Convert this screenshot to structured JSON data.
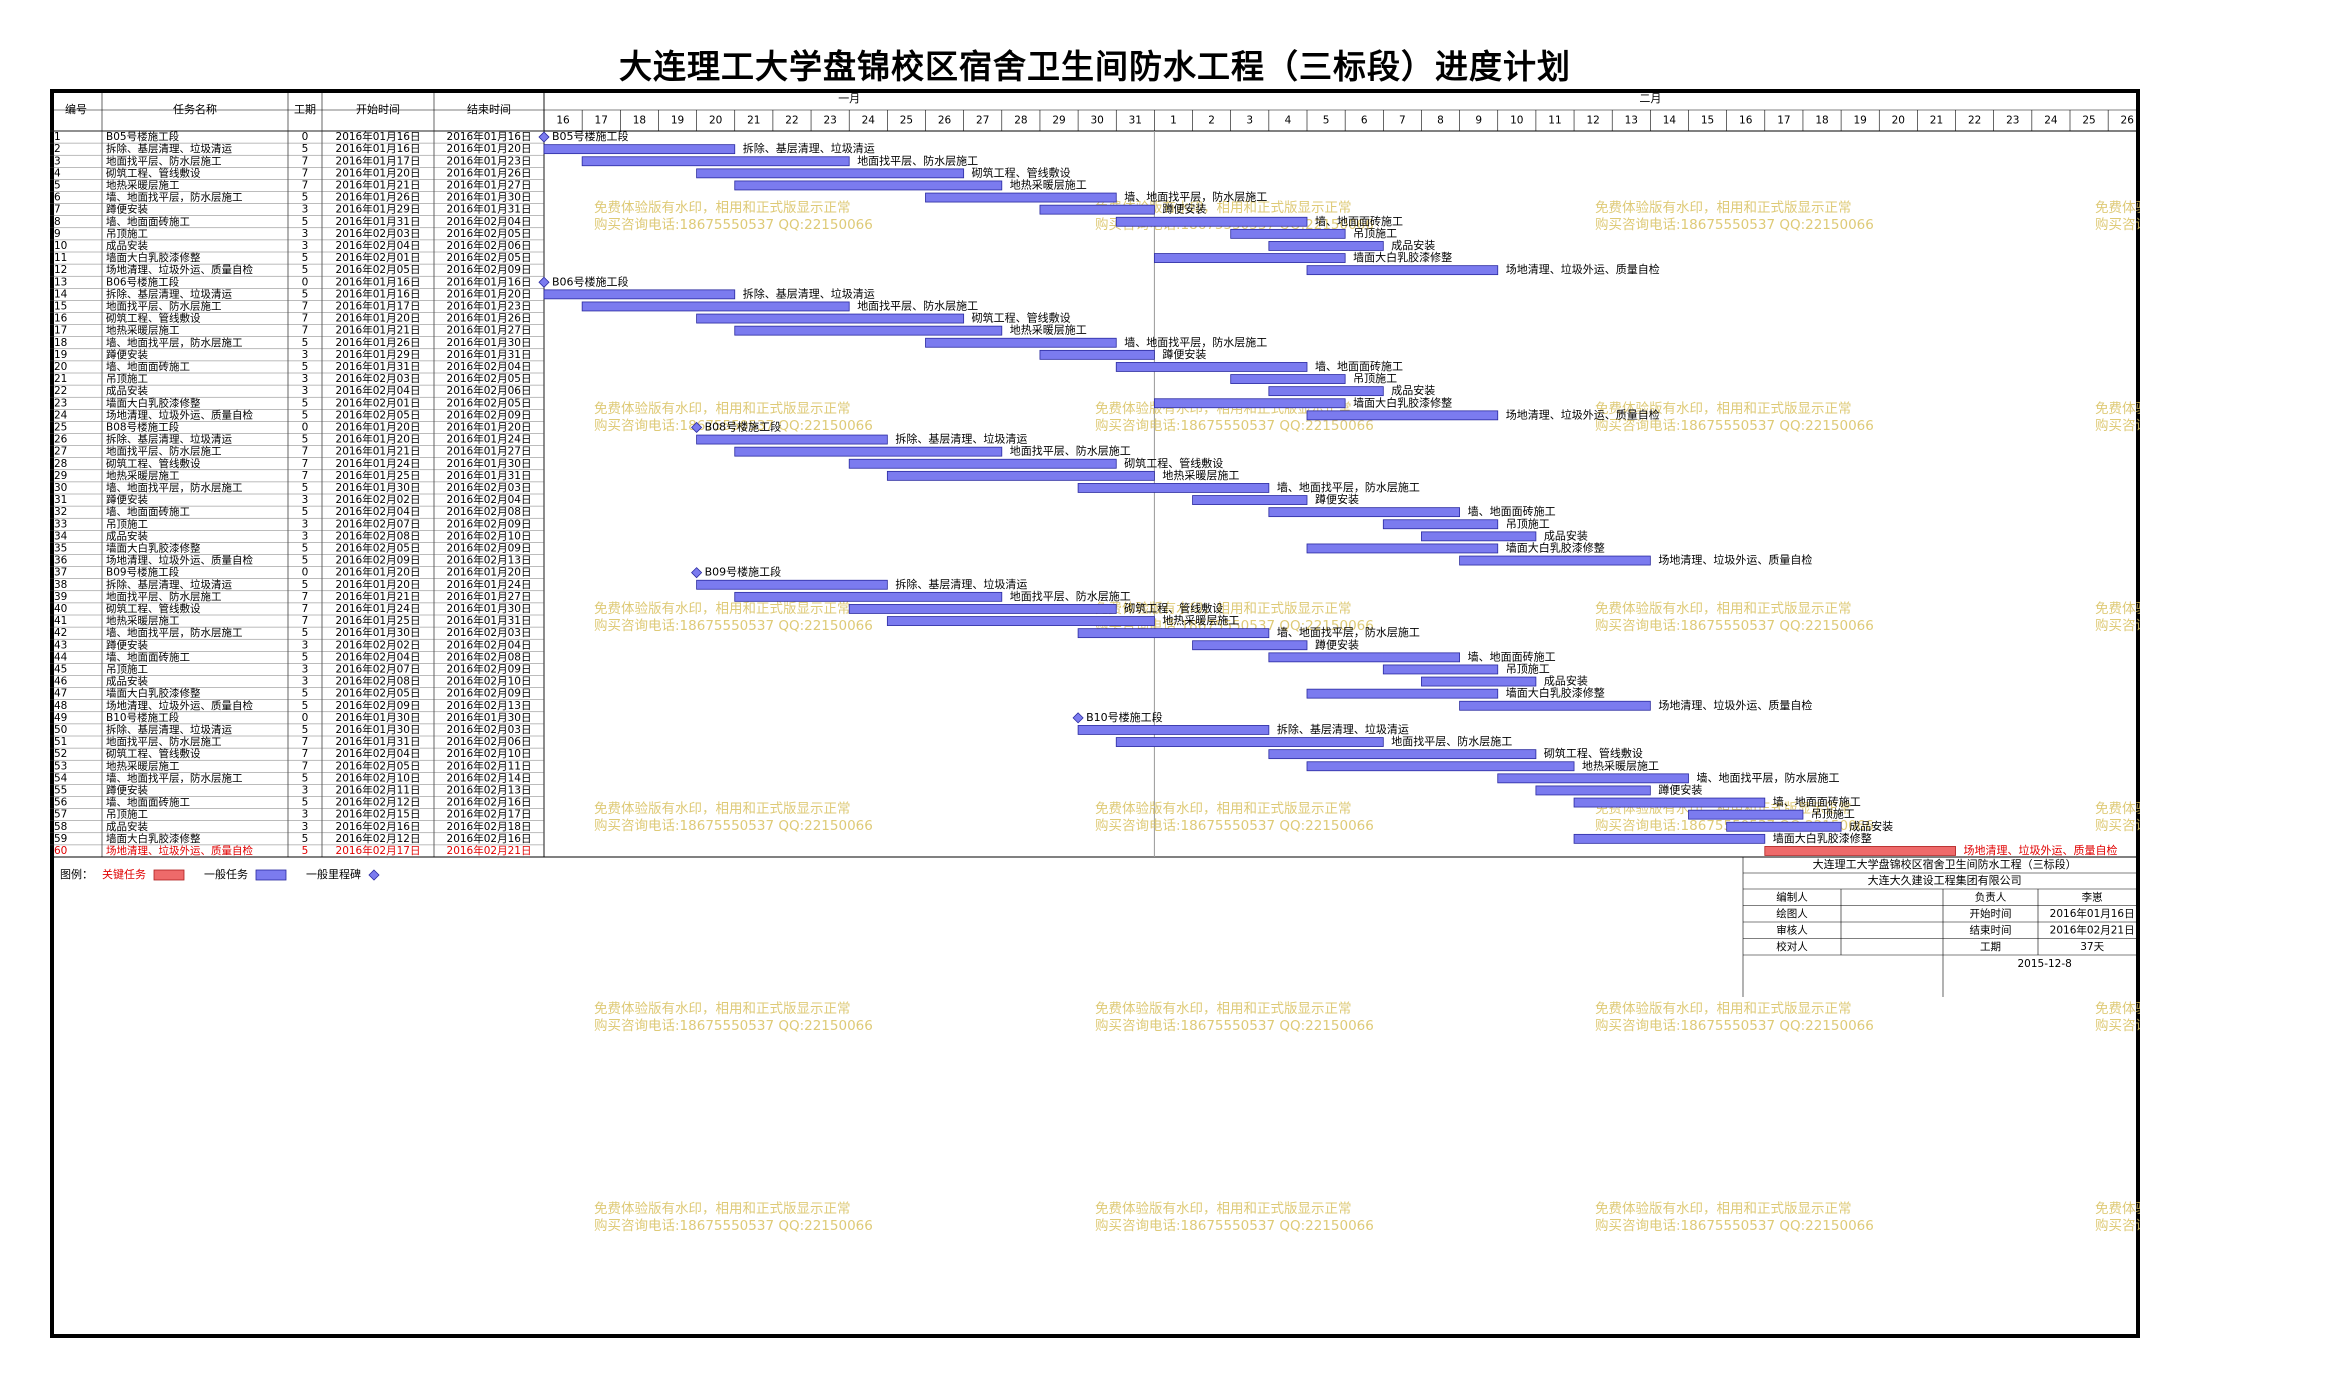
{
  "title": "大连理工大学盘锦校区宿舍卫生间防水工程（三标段）进度计划",
  "chart_data": {
    "type": "gantt",
    "columns": [
      "编号",
      "任务名称",
      "工期",
      "开始时间",
      "结束时间"
    ],
    "axis": {
      "start": "2016-01-16",
      "end": "2016-02-26",
      "months": [
        {
          "label": "一月",
          "start": "2016-01-16",
          "end": "2016-01-31"
        },
        {
          "label": "二月",
          "start": "2016-02-01",
          "end": "2016-02-26"
        }
      ],
      "day_labels": [
        "16",
        "17",
        "18",
        "19",
        "20",
        "21",
        "22",
        "23",
        "24",
        "25",
        "26",
        "27",
        "28",
        "29",
        "30",
        "31",
        "1",
        "2",
        "3",
        "4",
        "5",
        "6",
        "7",
        "8",
        "9",
        "10",
        "11",
        "12",
        "13",
        "14",
        "15",
        "16",
        "17",
        "18",
        "19",
        "20",
        "21",
        "22",
        "23",
        "24",
        "25",
        "26"
      ],
      "month_divider": "2016-02-01"
    },
    "tasks": [
      {
        "id": "1",
        "name": "B05号楼施工段",
        "duration": "0",
        "start": "2016年01月16日",
        "end": "2016年01月16日",
        "s": "2016-01-16",
        "e": "2016-01-16",
        "milestone": true,
        "critical": false
      },
      {
        "id": "2",
        "name": "拆除、基层清理、垃圾清运",
        "duration": "5",
        "start": "2016年01月16日",
        "end": "2016年01月20日",
        "s": "2016-01-16",
        "e": "2016-01-20",
        "milestone": false,
        "critical": false
      },
      {
        "id": "3",
        "name": "地面找平层、防水层施工",
        "duration": "7",
        "start": "2016年01月17日",
        "end": "2016年01月23日",
        "s": "2016-01-17",
        "e": "2016-01-23",
        "milestone": false,
        "critical": false
      },
      {
        "id": "4",
        "name": "砌筑工程、管线敷设",
        "duration": "7",
        "start": "2016年01月20日",
        "end": "2016年01月26日",
        "s": "2016-01-20",
        "e": "2016-01-26",
        "milestone": false,
        "critical": false
      },
      {
        "id": "5",
        "name": "地热采暖层施工",
        "duration": "7",
        "start": "2016年01月21日",
        "end": "2016年01月27日",
        "s": "2016-01-21",
        "e": "2016-01-27",
        "milestone": false,
        "critical": false
      },
      {
        "id": "6",
        "name": "墙、地面找平层，防水层施工",
        "duration": "5",
        "start": "2016年01月26日",
        "end": "2016年01月30日",
        "s": "2016-01-26",
        "e": "2016-01-30",
        "milestone": false,
        "critical": false
      },
      {
        "id": "7",
        "name": "蹲便安装",
        "duration": "3",
        "start": "2016年01月29日",
        "end": "2016年01月31日",
        "s": "2016-01-29",
        "e": "2016-01-31",
        "milestone": false,
        "critical": false
      },
      {
        "id": "8",
        "name": "墙、地面面砖施工",
        "duration": "5",
        "start": "2016年01月31日",
        "end": "2016年02月04日",
        "s": "2016-01-31",
        "e": "2016-02-04",
        "milestone": false,
        "critical": false
      },
      {
        "id": "9",
        "name": "吊顶施工",
        "duration": "3",
        "start": "2016年02月03日",
        "end": "2016年02月05日",
        "s": "2016-02-03",
        "e": "2016-02-05",
        "milestone": false,
        "critical": false
      },
      {
        "id": "10",
        "name": "成品安装",
        "duration": "3",
        "start": "2016年02月04日",
        "end": "2016年02月06日",
        "s": "2016-02-04",
        "e": "2016-02-06",
        "milestone": false,
        "critical": false
      },
      {
        "id": "11",
        "name": "墙面大白乳胶漆修整",
        "duration": "5",
        "start": "2016年02月01日",
        "end": "2016年02月05日",
        "s": "2016-02-01",
        "e": "2016-02-05",
        "milestone": false,
        "critical": false
      },
      {
        "id": "12",
        "name": "场地清理、垃圾外运、质量自检",
        "duration": "5",
        "start": "2016年02月05日",
        "end": "2016年02月09日",
        "s": "2016-02-05",
        "e": "2016-02-09",
        "milestone": false,
        "critical": false
      },
      {
        "id": "13",
        "name": "B06号楼施工段",
        "duration": "0",
        "start": "2016年01月16日",
        "end": "2016年01月16日",
        "s": "2016-01-16",
        "e": "2016-01-16",
        "milestone": true,
        "critical": false
      },
      {
        "id": "14",
        "name": "拆除、基层清理、垃圾清运",
        "duration": "5",
        "start": "2016年01月16日",
        "end": "2016年01月20日",
        "s": "2016-01-16",
        "e": "2016-01-20",
        "milestone": false,
        "critical": false
      },
      {
        "id": "15",
        "name": "地面找平层、防水层施工",
        "duration": "7",
        "start": "2016年01月17日",
        "end": "2016年01月23日",
        "s": "2016-01-17",
        "e": "2016-01-23",
        "milestone": false,
        "critical": false
      },
      {
        "id": "16",
        "name": "砌筑工程、管线敷设",
        "duration": "7",
        "start": "2016年01月20日",
        "end": "2016年01月26日",
        "s": "2016-01-20",
        "e": "2016-01-26",
        "milestone": false,
        "critical": false
      },
      {
        "id": "17",
        "name": "地热采暖层施工",
        "duration": "7",
        "start": "2016年01月21日",
        "end": "2016年01月27日",
        "s": "2016-01-21",
        "e": "2016-01-27",
        "milestone": false,
        "critical": false
      },
      {
        "id": "18",
        "name": "墙、地面找平层，防水层施工",
        "duration": "5",
        "start": "2016年01月26日",
        "end": "2016年01月30日",
        "s": "2016-01-26",
        "e": "2016-01-30",
        "milestone": false,
        "critical": false
      },
      {
        "id": "19",
        "name": "蹲便安装",
        "duration": "3",
        "start": "2016年01月29日",
        "end": "2016年01月31日",
        "s": "2016-01-29",
        "e": "2016-01-31",
        "milestone": false,
        "critical": false
      },
      {
        "id": "20",
        "name": "墙、地面面砖施工",
        "duration": "5",
        "start": "2016年01月31日",
        "end": "2016年02月04日",
        "s": "2016-01-31",
        "e": "2016-02-04",
        "milestone": false,
        "critical": false
      },
      {
        "id": "21",
        "name": "吊顶施工",
        "duration": "3",
        "start": "2016年02月03日",
        "end": "2016年02月05日",
        "s": "2016-02-03",
        "e": "2016-02-05",
        "milestone": false,
        "critical": false
      },
      {
        "id": "22",
        "name": "成品安装",
        "duration": "3",
        "start": "2016年02月04日",
        "end": "2016年02月06日",
        "s": "2016-02-04",
        "e": "2016-02-06",
        "milestone": false,
        "critical": false
      },
      {
        "id": "23",
        "name": "墙面大白乳胶漆修整",
        "duration": "5",
        "start": "2016年02月01日",
        "end": "2016年02月05日",
        "s": "2016-02-01",
        "e": "2016-02-05",
        "milestone": false,
        "critical": false
      },
      {
        "id": "24",
        "name": "场地清理、垃圾外运、质量自检",
        "duration": "5",
        "start": "2016年02月05日",
        "end": "2016年02月09日",
        "s": "2016-02-05",
        "e": "2016-02-09",
        "milestone": false,
        "critical": false
      },
      {
        "id": "25",
        "name": "B08号楼施工段",
        "duration": "0",
        "start": "2016年01月20日",
        "end": "2016年01月20日",
        "s": "2016-01-20",
        "e": "2016-01-20",
        "milestone": true,
        "critical": false
      },
      {
        "id": "26",
        "name": "拆除、基层清理、垃圾清运",
        "duration": "5",
        "start": "2016年01月20日",
        "end": "2016年01月24日",
        "s": "2016-01-20",
        "e": "2016-01-24",
        "milestone": false,
        "critical": false
      },
      {
        "id": "27",
        "name": "地面找平层、防水层施工",
        "duration": "7",
        "start": "2016年01月21日",
        "end": "2016年01月27日",
        "s": "2016-01-21",
        "e": "2016-01-27",
        "milestone": false,
        "critical": false
      },
      {
        "id": "28",
        "name": "砌筑工程、管线敷设",
        "duration": "7",
        "start": "2016年01月24日",
        "end": "2016年01月30日",
        "s": "2016-01-24",
        "e": "2016-01-30",
        "milestone": false,
        "critical": false
      },
      {
        "id": "29",
        "name": "地热采暖层施工",
        "duration": "7",
        "start": "2016年01月25日",
        "end": "2016年01月31日",
        "s": "2016-01-25",
        "e": "2016-01-31",
        "milestone": false,
        "critical": false
      },
      {
        "id": "30",
        "name": "墙、地面找平层，防水层施工",
        "duration": "5",
        "start": "2016年01月30日",
        "end": "2016年02月03日",
        "s": "2016-01-30",
        "e": "2016-02-03",
        "milestone": false,
        "critical": false
      },
      {
        "id": "31",
        "name": "蹲便安装",
        "duration": "3",
        "start": "2016年02月02日",
        "end": "2016年02月04日",
        "s": "2016-02-02",
        "e": "2016-02-04",
        "milestone": false,
        "critical": false
      },
      {
        "id": "32",
        "name": "墙、地面面砖施工",
        "duration": "5",
        "start": "2016年02月04日",
        "end": "2016年02月08日",
        "s": "2016-02-04",
        "e": "2016-02-08",
        "milestone": false,
        "critical": false
      },
      {
        "id": "33",
        "name": "吊顶施工",
        "duration": "3",
        "start": "2016年02月07日",
        "end": "2016年02月09日",
        "s": "2016-02-07",
        "e": "2016-02-09",
        "milestone": false,
        "critical": false
      },
      {
        "id": "34",
        "name": "成品安装",
        "duration": "3",
        "start": "2016年02月08日",
        "end": "2016年02月10日",
        "s": "2016-02-08",
        "e": "2016-02-10",
        "milestone": false,
        "critical": false
      },
      {
        "id": "35",
        "name": "墙面大白乳胶漆修整",
        "duration": "5",
        "start": "2016年02月05日",
        "end": "2016年02月09日",
        "s": "2016-02-05",
        "e": "2016-02-09",
        "milestone": false,
        "critical": false
      },
      {
        "id": "36",
        "name": "场地清理、垃圾外运、质量自检",
        "duration": "5",
        "start": "2016年02月09日",
        "end": "2016年02月13日",
        "s": "2016-02-09",
        "e": "2016-02-13",
        "milestone": false,
        "critical": false
      },
      {
        "id": "37",
        "name": "B09号楼施工段",
        "duration": "0",
        "start": "2016年01月20日",
        "end": "2016年01月20日",
        "s": "2016-01-20",
        "e": "2016-01-20",
        "milestone": true,
        "critical": false
      },
      {
        "id": "38",
        "name": "拆除、基层清理、垃圾清运",
        "duration": "5",
        "start": "2016年01月20日",
        "end": "2016年01月24日",
        "s": "2016-01-20",
        "e": "2016-01-24",
        "milestone": false,
        "critical": false
      },
      {
        "id": "39",
        "name": "地面找平层、防水层施工",
        "duration": "7",
        "start": "2016年01月21日",
        "end": "2016年01月27日",
        "s": "2016-01-21",
        "e": "2016-01-27",
        "milestone": false,
        "critical": false
      },
      {
        "id": "40",
        "name": "砌筑工程、管线敷设",
        "duration": "7",
        "start": "2016年01月24日",
        "end": "2016年01月30日",
        "s": "2016-01-24",
        "e": "2016-01-30",
        "milestone": false,
        "critical": false
      },
      {
        "id": "41",
        "name": "地热采暖层施工",
        "duration": "7",
        "start": "2016年01月25日",
        "end": "2016年01月31日",
        "s": "2016-01-25",
        "e": "2016-01-31",
        "milestone": false,
        "critical": false
      },
      {
        "id": "42",
        "name": "墙、地面找平层，防水层施工",
        "duration": "5",
        "start": "2016年01月30日",
        "end": "2016年02月03日",
        "s": "2016-01-30",
        "e": "2016-02-03",
        "milestone": false,
        "critical": false
      },
      {
        "id": "43",
        "name": "蹲便安装",
        "duration": "3",
        "start": "2016年02月02日",
        "end": "2016年02月04日",
        "s": "2016-02-02",
        "e": "2016-02-04",
        "milestone": false,
        "critical": false
      },
      {
        "id": "44",
        "name": "墙、地面面砖施工",
        "duration": "5",
        "start": "2016年02月04日",
        "end": "2016年02月08日",
        "s": "2016-02-04",
        "e": "2016-02-08",
        "milestone": false,
        "critical": false
      },
      {
        "id": "45",
        "name": "吊顶施工",
        "duration": "3",
        "start": "2016年02月07日",
        "end": "2016年02月09日",
        "s": "2016-02-07",
        "e": "2016-02-09",
        "milestone": false,
        "critical": false
      },
      {
        "id": "46",
        "name": "成品安装",
        "duration": "3",
        "start": "2016年02月08日",
        "end": "2016年02月10日",
        "s": "2016-02-08",
        "e": "2016-02-10",
        "milestone": false,
        "critical": false
      },
      {
        "id": "47",
        "name": "墙面大白乳胶漆修整",
        "duration": "5",
        "start": "2016年02月05日",
        "end": "2016年02月09日",
        "s": "2016-02-05",
        "e": "2016-02-09",
        "milestone": false,
        "critical": false
      },
      {
        "id": "48",
        "name": "场地清理、垃圾外运、质量自检",
        "duration": "5",
        "start": "2016年02月09日",
        "end": "2016年02月13日",
        "s": "2016-02-09",
        "e": "2016-02-13",
        "milestone": false,
        "critical": false
      },
      {
        "id": "49",
        "name": "B10号楼施工段",
        "duration": "0",
        "start": "2016年01月30日",
        "end": "2016年01月30日",
        "s": "2016-01-30",
        "e": "2016-01-30",
        "milestone": true,
        "critical": false
      },
      {
        "id": "50",
        "name": "拆除、基层清理、垃圾清运",
        "duration": "5",
        "start": "2016年01月30日",
        "end": "2016年02月03日",
        "s": "2016-01-30",
        "e": "2016-02-03",
        "milestone": false,
        "critical": false
      },
      {
        "id": "51",
        "name": "地面找平层、防水层施工",
        "duration": "7",
        "start": "2016年01月31日",
        "end": "2016年02月06日",
        "s": "2016-01-31",
        "e": "2016-02-06",
        "milestone": false,
        "critical": false
      },
      {
        "id": "52",
        "name": "砌筑工程、管线敷设",
        "duration": "7",
        "start": "2016年02月04日",
        "end": "2016年02月10日",
        "s": "2016-02-04",
        "e": "2016-02-10",
        "milestone": false,
        "critical": false
      },
      {
        "id": "53",
        "name": "地热采暖层施工",
        "duration": "7",
        "start": "2016年02月05日",
        "end": "2016年02月11日",
        "s": "2016-02-05",
        "e": "2016-02-11",
        "milestone": false,
        "critical": false
      },
      {
        "id": "54",
        "name": "墙、地面找平层，防水层施工",
        "duration": "5",
        "start": "2016年02月10日",
        "end": "2016年02月14日",
        "s": "2016-02-10",
        "e": "2016-02-14",
        "milestone": false,
        "critical": false
      },
      {
        "id": "55",
        "name": "蹲便安装",
        "duration": "3",
        "start": "2016年02月11日",
        "end": "2016年02月13日",
        "s": "2016-02-11",
        "e": "2016-02-13",
        "milestone": false,
        "critical": false
      },
      {
        "id": "56",
        "name": "墙、地面面砖施工",
        "duration": "5",
        "start": "2016年02月12日",
        "end": "2016年02月16日",
        "s": "2016-02-12",
        "e": "2016-02-16",
        "milestone": false,
        "critical": false
      },
      {
        "id": "57",
        "name": "吊顶施工",
        "duration": "3",
        "start": "2016年02月15日",
        "end": "2016年02月17日",
        "s": "2016-02-15",
        "e": "2016-02-17",
        "milestone": false,
        "critical": false
      },
      {
        "id": "58",
        "name": "成品安装",
        "duration": "3",
        "start": "2016年02月16日",
        "end": "2016年02月18日",
        "s": "2016-02-16",
        "e": "2016-02-18",
        "milestone": false,
        "critical": false
      },
      {
        "id": "59",
        "name": "墙面大白乳胶漆修整",
        "duration": "5",
        "start": "2016年02月12日",
        "end": "2016年02月16日",
        "s": "2016-02-12",
        "e": "2016-02-16",
        "milestone": false,
        "critical": false
      },
      {
        "id": "60",
        "name": "场地清理、垃圾外运、质量自检",
        "duration": "5",
        "start": "2016年02月17日",
        "end": "2016年02月21日",
        "s": "2016-02-17",
        "e": "2016-02-21",
        "milestone": false,
        "critical": true
      }
    ],
    "legend": {
      "prefix": "图例：",
      "items": [
        {
          "label": "关键任务",
          "kind": "critical"
        },
        {
          "label": "一般任务",
          "kind": "normal"
        },
        {
          "label": "一般里程碑",
          "kind": "milestone"
        }
      ]
    },
    "colors": {
      "bar": "#7b7bef",
      "bar_border": "#2a2aa0",
      "critical": "#ee6a6a",
      "critical_border": "#b02020",
      "critical_text": "#e00000",
      "milestone": "#7b7bef",
      "watermark": "#d9c160"
    },
    "watermark": [
      "免费体验版有水印，相用和正式版显示正常",
      "购买咨询电话:18675550537 QQ:22150066"
    ]
  },
  "info_box": {
    "project": "大连理工大学盘锦校区宿舍卫生间防水工程（三标段）",
    "company": "大连大久建设工程集团有限公司",
    "rows": [
      [
        "编制人",
        "",
        "负责人",
        "李崽"
      ],
      [
        "绘图人",
        "",
        "开始时间",
        "2016年01月16日"
      ],
      [
        "审核人",
        "",
        "结束时间",
        "2016年02月21日"
      ],
      [
        "校对人",
        "",
        "工期",
        "37天"
      ]
    ],
    "date": "2015-12-8"
  }
}
